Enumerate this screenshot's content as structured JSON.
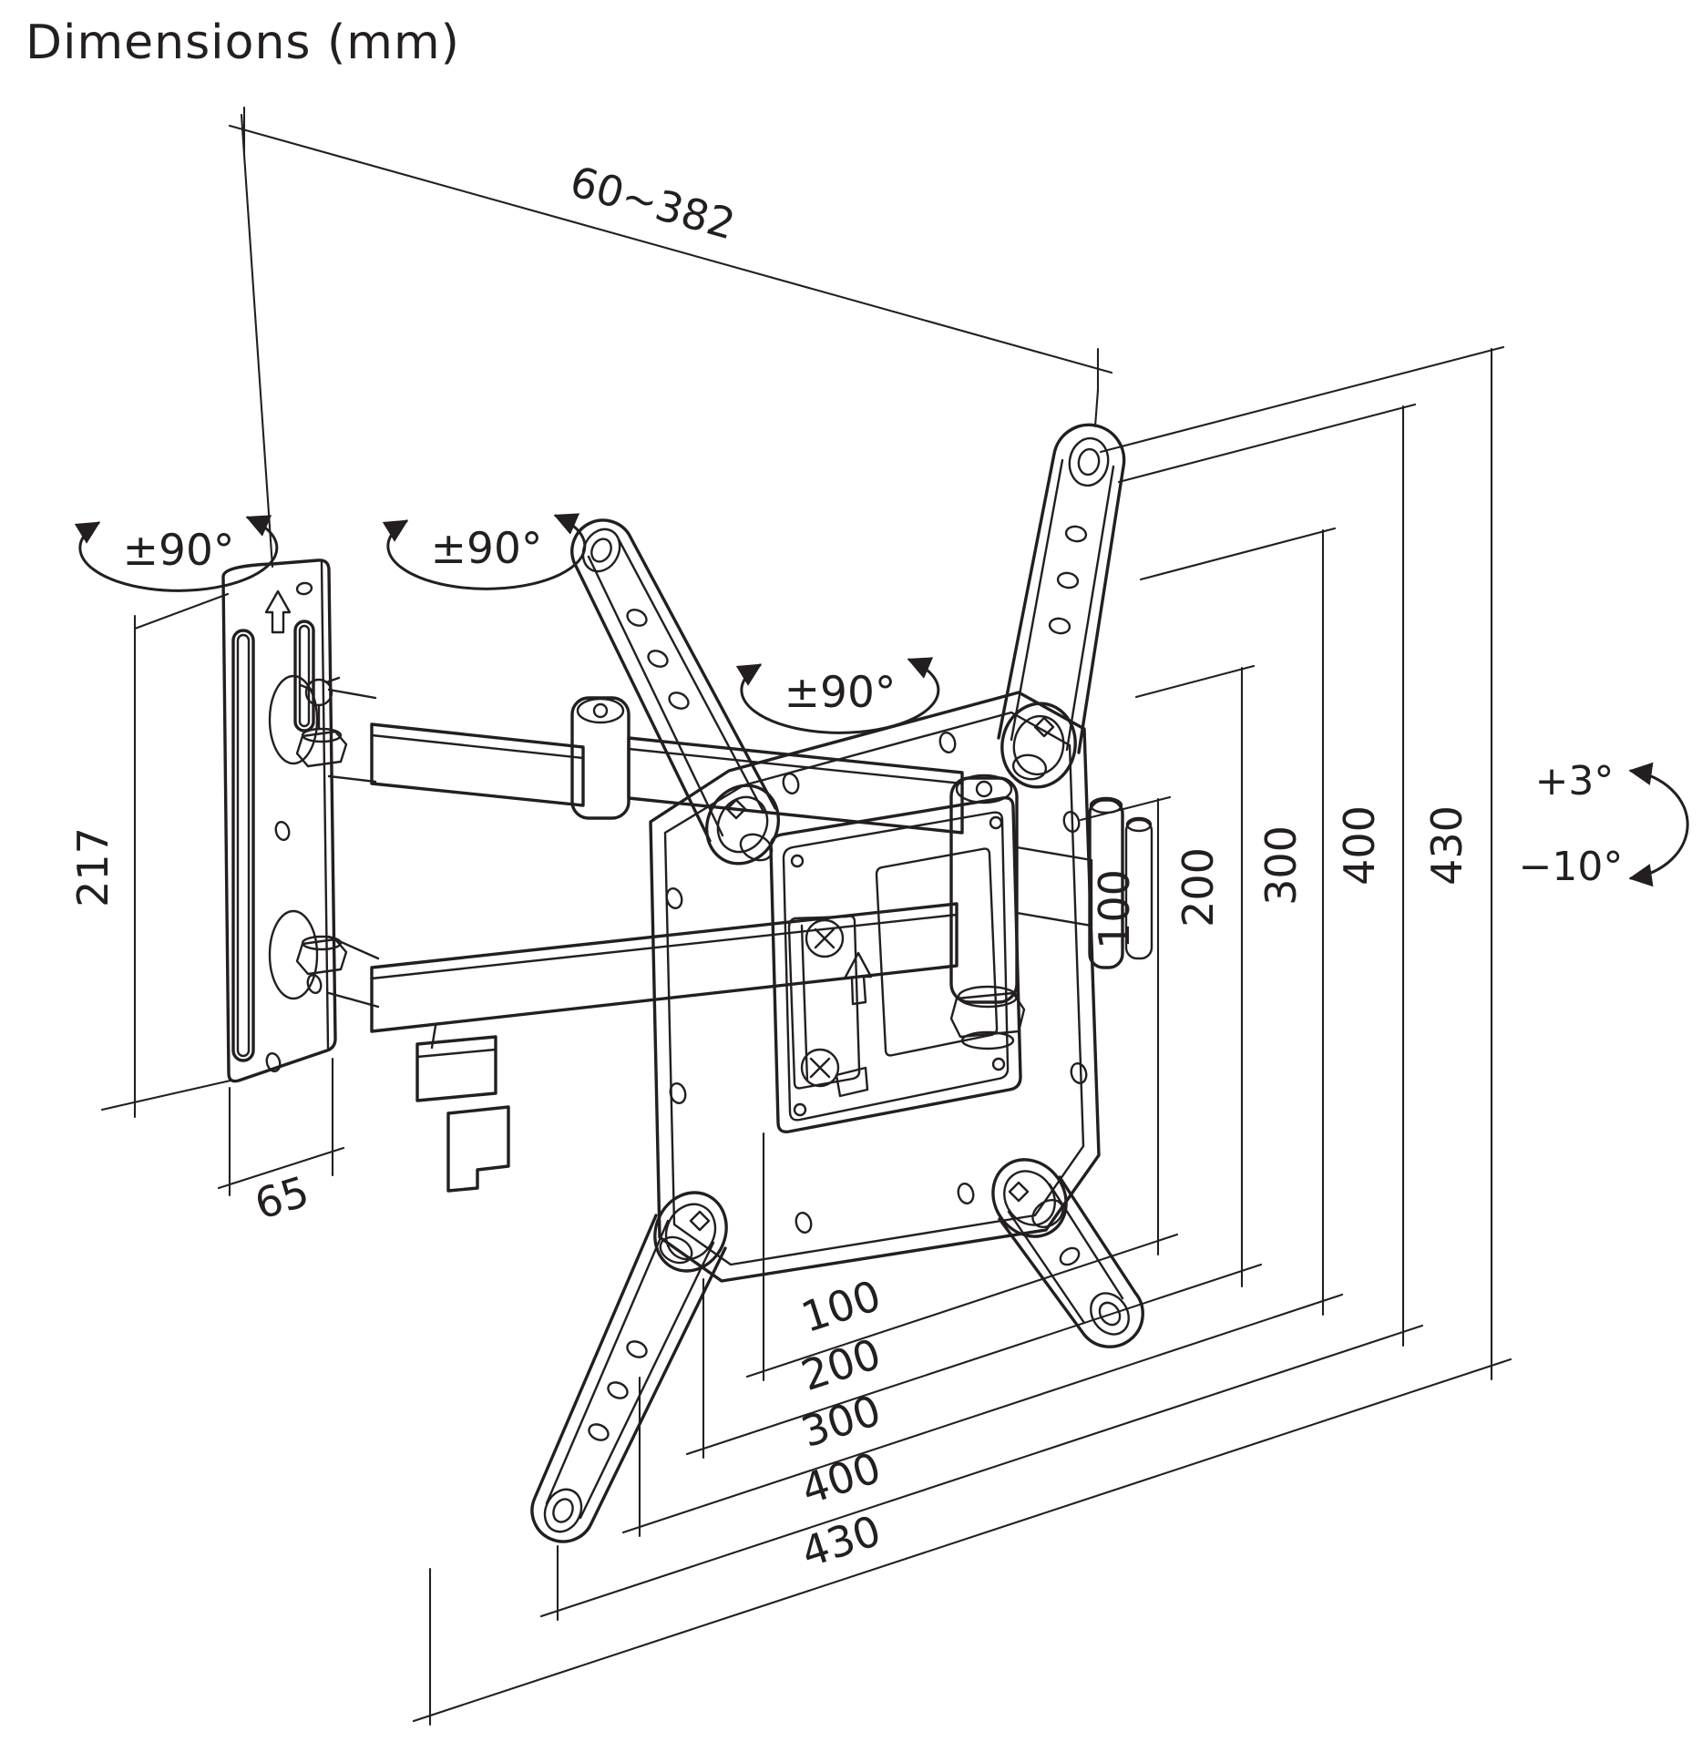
{
  "title": "Dimensions (mm)",
  "colors": {
    "line": "#231f20",
    "background": "#ffffff"
  },
  "dimensions": {
    "arm_extension": "60~382",
    "wall_plate_height": "217",
    "wall_plate_width": "65",
    "vesa_vertical": [
      "100",
      "200",
      "300",
      "400",
      "430"
    ],
    "vesa_horizontal": [
      "100",
      "200",
      "300",
      "400",
      "430"
    ]
  },
  "angles": {
    "swivel_wall": "±90°",
    "swivel_arm": "±90°",
    "swivel_plate": "±90°",
    "tilt_up": "+3°",
    "tilt_down": "−10°"
  }
}
